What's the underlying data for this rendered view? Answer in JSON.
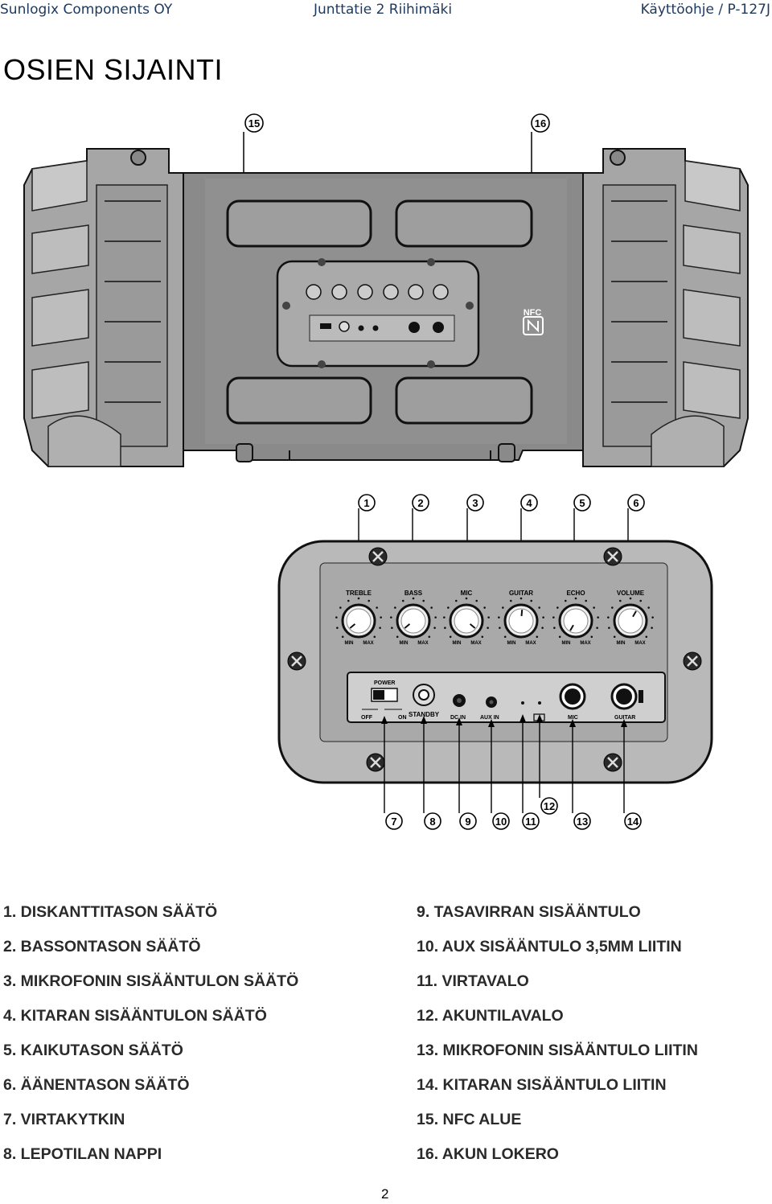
{
  "header": {
    "company": "Sunlogix Components OY",
    "address": "Junttatie 2 Riihimäki",
    "doc": "Käyttöohje / P-127J"
  },
  "title": "OSIEN SIJAINTI",
  "top_figure": {
    "callouts": [
      "15",
      "16"
    ],
    "nfc_label": "NFC"
  },
  "panel_figure": {
    "knobs": [
      "TREBLE",
      "BASS",
      "MIC",
      "GUITAR",
      "ECHO",
      "VOLUME"
    ],
    "knob_min": "MIN",
    "knob_max": "MAX",
    "power_label": "POWER",
    "off_label": "OFF",
    "on_label": "ON",
    "standby_label": "STANDBY",
    "dc_label": "DC  IN",
    "aux_label": "AUX  IN",
    "mic_label": "MIC",
    "guitar_label": "GUITAR",
    "top_callouts": [
      "1",
      "2",
      "3",
      "4",
      "5",
      "6"
    ],
    "bottom_callouts": [
      "7",
      "8",
      "9",
      "10",
      "11",
      "12",
      "13",
      "14"
    ]
  },
  "legend_left": [
    "1.  DISKANTTITASON SÄÄTÖ",
    "2.  BASSONTASON SÄÄTÖ",
    "3.  MIKROFONIN SISÄÄNTULON SÄÄTÖ",
    "4.  KITARAN SISÄÄNTULON SÄÄTÖ",
    "5.  KAIKUTASON SÄÄTÖ",
    "6.  ÄÄNENTASON SÄÄTÖ",
    "7.  VIRTAKYTKIN",
    "8.  LEPOTILAN NAPPI"
  ],
  "legend_right": [
    "9.  TASAVIRRAN SISÄÄNTULO",
    "10. AUX SISÄÄNTULO 3,5MM LIITIN",
    "11. VIRTAVALO",
    "12. AKUNTILAVALO",
    "13. MIKROFONIN SISÄÄNTULO LIITIN",
    "14. KITARAN SISÄÄNTULO LIITIN",
    "15. NFC ALUE",
    "16. AKUN LOKERO"
  ],
  "page_number": "2"
}
